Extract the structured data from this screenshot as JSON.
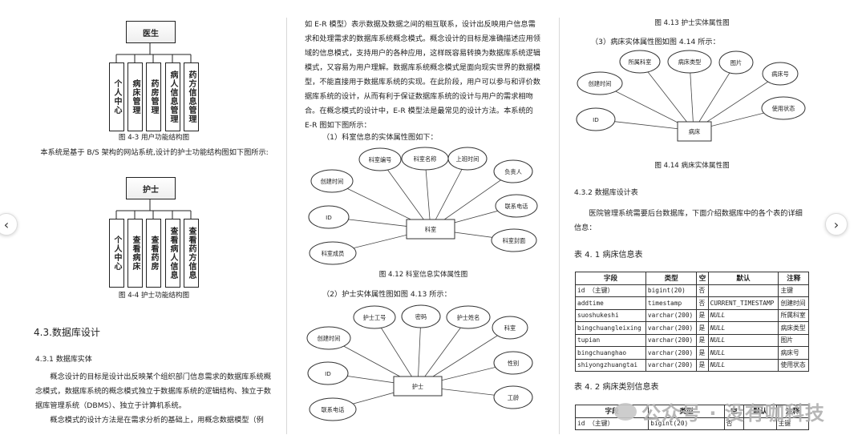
{
  "nav": {
    "prev": "‹",
    "next": "›"
  },
  "colA": {
    "tree1": {
      "root": "医生",
      "leaves": [
        "个人中心",
        "病床管理",
        "药房管理",
        "病人信息管理",
        "药方信息管理"
      ],
      "caption": "图 4-3  用户功能结构图"
    },
    "p1": "本系统是基于 B/S 架构的网站系统,设计的护士功能结构图如下图所示:",
    "tree2": {
      "root": "护士",
      "leaves": [
        "个人中心",
        "查看病床",
        "查看药房",
        "查看病人信息",
        "查看药方信息"
      ],
      "caption": "图 4-4  护士功能结构图"
    },
    "h_43": "4.3.数据库设计",
    "h_431": "4.3.1 数据库实体",
    "p2": "概念设计的目标是设计出反映某个组织部门信息需求的数据库系统概念模式，数据库系统的概念模式独立于数据库系统的逻辑结构、独立于数据库管理系统（DBMS）、独立于计算机系统。",
    "p3": "概念模式的设计方法是在需求分析的基础上，用概念数据模型（例"
  },
  "colB": {
    "p1": "如 E-R 模型）表示数据及数据之间的相互联系，设计出反映用户信息需求和处理需求的数据库系统概念模式。概念设计的目标是准确描述应用领域的信息模式，支持用户的各种应用，这样既容易转换为数据库系统逻辑模式，又容易为用户理解。数据库系统概念模式是面向现实世界的数据模型，不能直接用于数据库系统的实现。在此阶段，用户可以参与和评价数据库系统的设计，从而有利于保证数据库系统的设计与用户的需求相吻合。在概念模式的设计中，E-R 模型法是最常见的设计方法。本系统的 E-R 图如下图所示：",
    "sub1": "（1）科室信息的实体属性图如下：",
    "er1": {
      "entity": "科室",
      "attrs": [
        "创建时间",
        "科室编号",
        "科室名称",
        "上班时间",
        "负责人",
        "ID",
        "联系电话",
        "科室成员",
        "科室封面"
      ],
      "caption": "图 4.12   科室信息实体属性图"
    },
    "sub2": "（2）护士实体属性图如图 4.13 所示：",
    "er2": {
      "entity": "护士",
      "attrs": [
        "护士工号",
        "密码",
        "护士姓名",
        "科室",
        "创建时间",
        "ID",
        "性别",
        "联系电话",
        "工龄"
      ]
    }
  },
  "colC": {
    "cap413": "图 4.13   护士实体属性图",
    "sub3": "（3）病床实体属性图如图 4.14 所示：",
    "er3": {
      "entity": "病床",
      "attrs": [
        "所属科室",
        "病床类型",
        "图片",
        "病床号",
        "创建时间",
        "ID",
        "使用状态"
      ],
      "caption": "图 4.14  病床实体属性图"
    },
    "h_432": "4.3.2 数据库设计表",
    "p1": "医院管理系统需要后台数据库，下面介绍数据库中的各个表的详细信息：",
    "t1": {
      "title": "表 4. 1  病床信息表",
      "headers": [
        "字段",
        "类型",
        "空",
        "默认",
        "注释"
      ],
      "rows": [
        [
          "id  （主键）",
          "bigint(20)",
          "否",
          "",
          "主键"
        ],
        [
          "addtime",
          "timestamp",
          "否",
          "CURRENT_TIMESTAMP",
          "创建时间"
        ],
        [
          "suoshukeshi",
          "varchar(200)",
          "是",
          "NULL",
          "所属科室"
        ],
        [
          "bingchuangleixing",
          "varchar(200)",
          "是",
          "NULL",
          "病床类型"
        ],
        [
          "tupian",
          "varchar(200)",
          "是",
          "NULL",
          "图片"
        ],
        [
          "bingchuanghao",
          "varchar(200)",
          "是",
          "NULL",
          "病床号"
        ],
        [
          "shiyongzhuangtai",
          "varchar(200)",
          "是",
          "NULL",
          "使用状态"
        ]
      ]
    },
    "t2": {
      "title": "表 4. 2  病床类别信息表",
      "headers": [
        "字段",
        "类型",
        "空",
        "默认",
        "注释"
      ],
      "rows": [
        [
          "id  （主键）",
          "bigint(20)",
          "否",
          "",
          "主键"
        ]
      ]
    }
  },
  "watermark": "公众号 · 没有咖科技"
}
